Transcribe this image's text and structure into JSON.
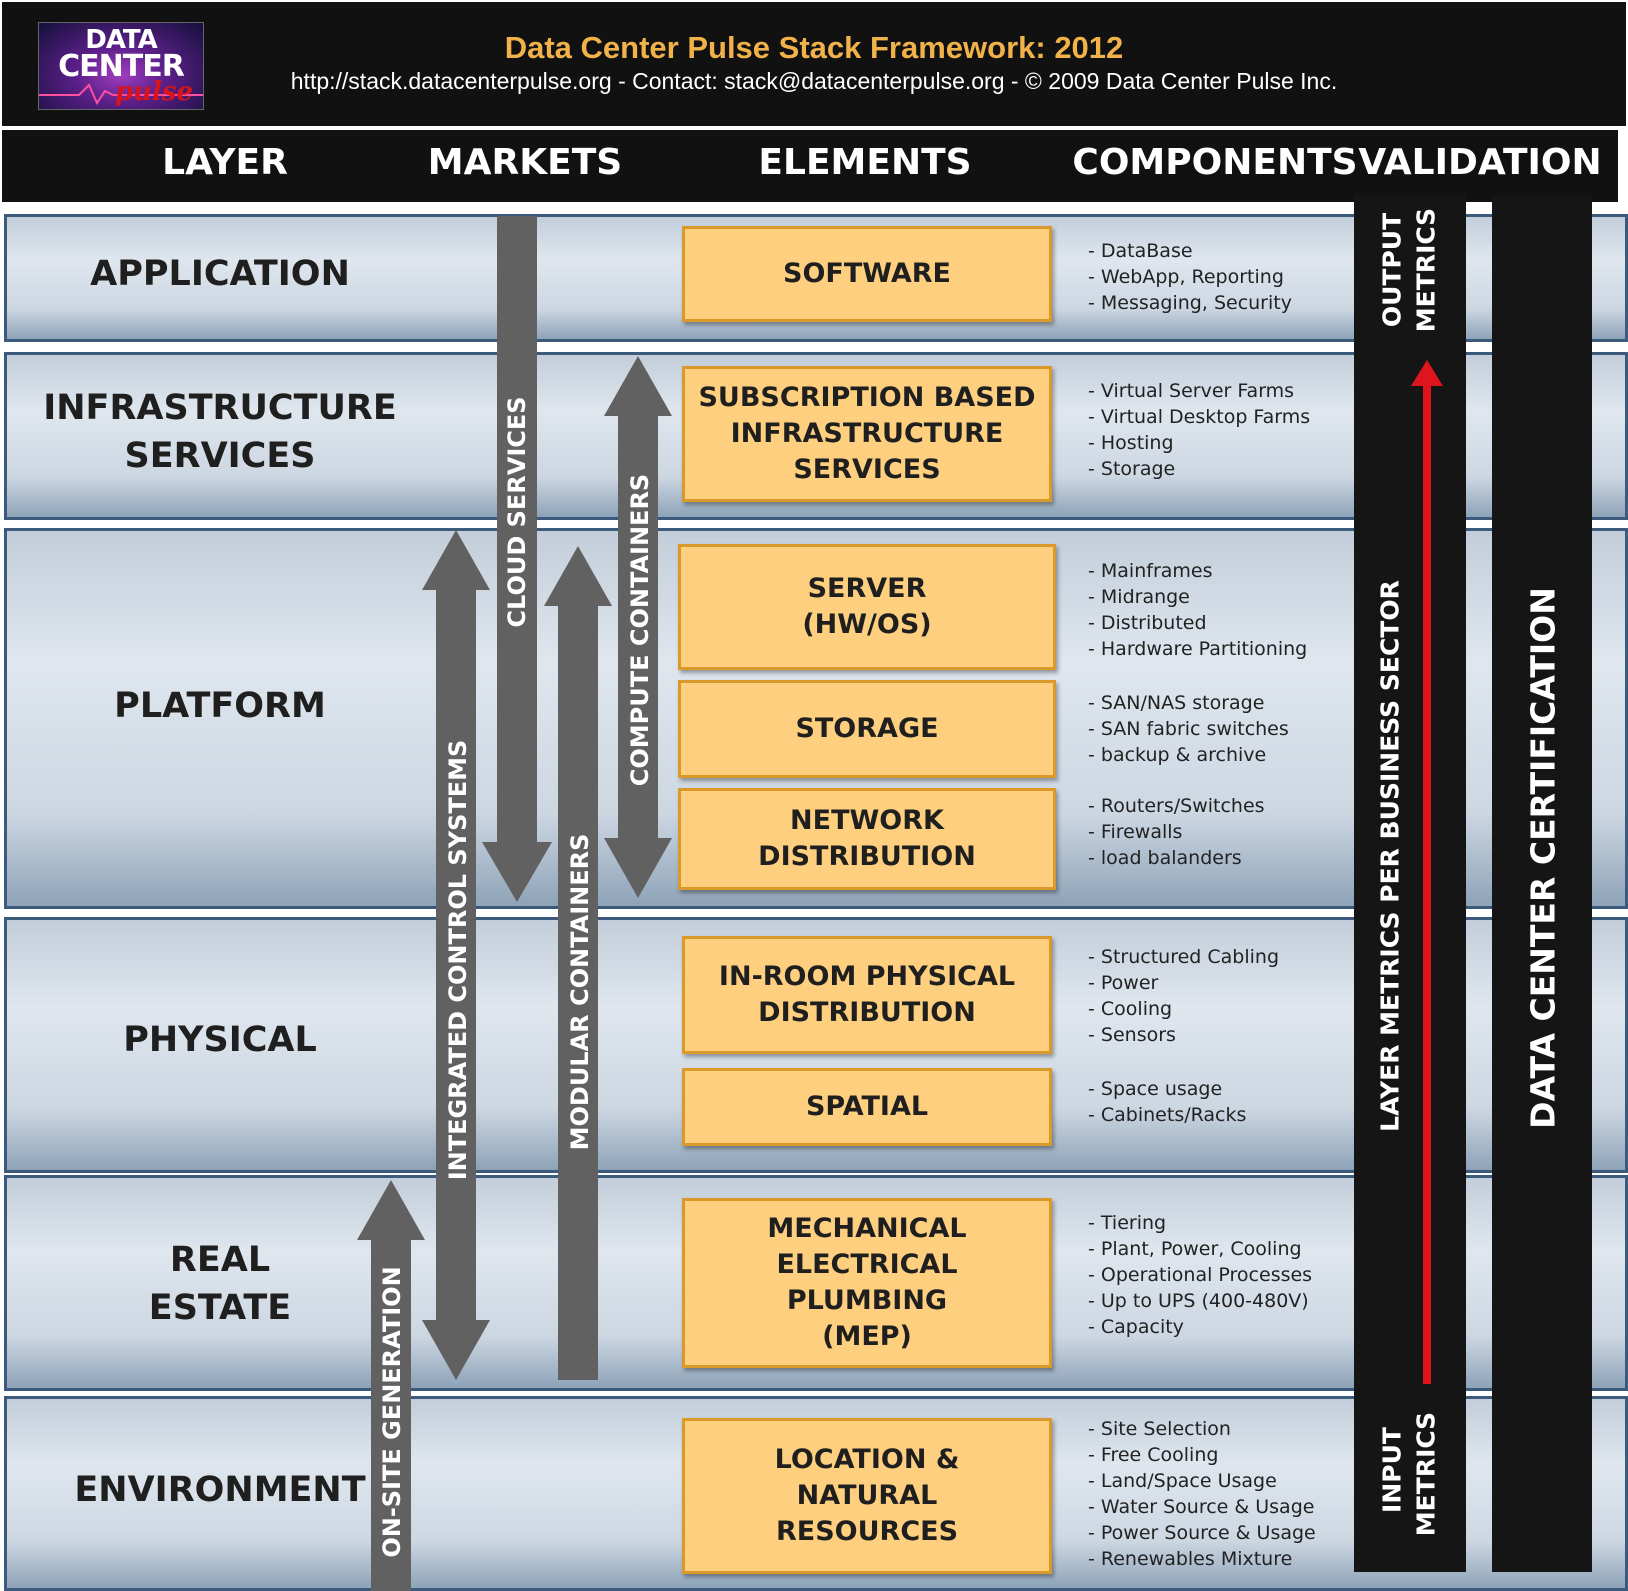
{
  "header": {
    "logo": {
      "line1": "DATA",
      "line2": "CENTER",
      "line3": "pulse"
    },
    "title": "Data Center Pulse Stack Framework: 2012",
    "subtitle": "http://stack.datacenterpulse.org - Contact: stack@datacenterpulse.org - © 2009 Data Center Pulse Inc."
  },
  "columns": {
    "layer": "LAYER",
    "markets": "MARKETS",
    "elements": "ELEMENTS",
    "components": "COMPONENTS",
    "validation": "VALIDATION"
  },
  "layers": [
    {
      "name": "APPLICATION"
    },
    {
      "name": "INFRASTRUCTURE\nSERVICES"
    },
    {
      "name": "PLATFORM"
    },
    {
      "name": "PHYSICAL"
    },
    {
      "name": "REAL\nESTATE"
    },
    {
      "name": "ENVIRONMENT"
    }
  ],
  "elements": [
    {
      "label": "SOFTWARE",
      "components": [
        "- DataBase",
        "- WebApp, Reporting",
        "- Messaging, Security"
      ]
    },
    {
      "label": "SUBSCRIPTION BASED\nINFRASTRUCTURE\nSERVICES",
      "components": [
        "- Virtual Server Farms",
        "- Virtual Desktop Farms",
        "- Hosting",
        "- Storage"
      ]
    },
    {
      "label": "SERVER\n(HW/OS)",
      "components": [
        "- Mainframes",
        "- Midrange",
        "- Distributed",
        "- Hardware Partitioning"
      ]
    },
    {
      "label": "STORAGE",
      "components": [
        "- SAN/NAS storage",
        "- SAN fabric switches",
        "- backup & archive"
      ]
    },
    {
      "label": "NETWORK\nDISTRIBUTION",
      "components": [
        "- Routers/Switches",
        "- Firewalls",
        "- load balanders"
      ]
    },
    {
      "label": "IN-ROOM PHYSICAL\nDISTRIBUTION",
      "components": [
        "- Structured Cabling",
        "- Power",
        "- Cooling",
        "- Sensors"
      ]
    },
    {
      "label": "SPATIAL",
      "components": [
        "- Space usage",
        "- Cabinets/Racks"
      ]
    },
    {
      "label": "MECHANICAL\nELECTRICAL\nPLUMBING\n(MEP)",
      "components": [
        "- Tiering",
        "- Plant, Power, Cooling",
        "- Operational Processes",
        "- Up to UPS (400-480V)",
        "- Capacity"
      ]
    },
    {
      "label": "LOCATION &\nNATURAL\nRESOURCES",
      "components": [
        "- Site Selection",
        "- Free Cooling",
        "- Land/Space  Usage",
        "- Water Source & Usage",
        "- Power Source & Usage",
        "- Renewables Mixture"
      ]
    }
  ],
  "markets": {
    "cloud_services": "CLOUD SERVICES",
    "compute_containers": "COMPUTE CONTAINERS",
    "integrated_control_systems": "INTEGRATED CONTROL SYSTEMS",
    "modular_containers": "MODULAR CONTAINERS",
    "on_site_generation": "ON-SITE GENERATION"
  },
  "validation": {
    "output_metrics_1": "OUTPUT",
    "output_metrics_2": "METRICS",
    "input_metrics_1": "INPUT",
    "input_metrics_2": "METRICS",
    "layer_metrics": "LAYER METRICS PER BUSINESS SECTOR",
    "certification": "DATA CENTER CERTIFICATION"
  },
  "colors": {
    "element_fill": "#fdcf7e",
    "element_border": "#d99a2b",
    "band_border": "#3b5a7c",
    "arrow_gray": "#616161",
    "metric_arrow": "#e0141c",
    "title_orange": "#f2b24a"
  }
}
